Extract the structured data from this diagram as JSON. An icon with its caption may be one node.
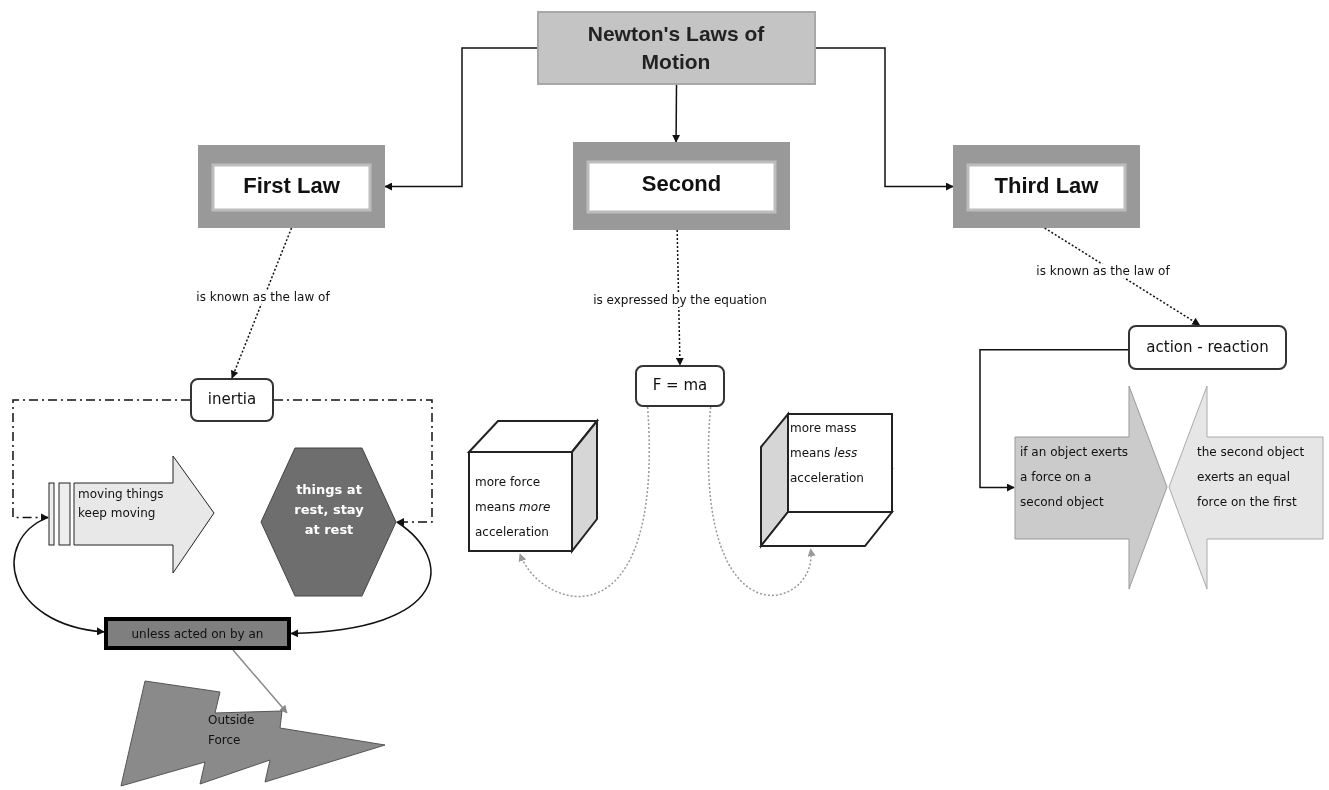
{
  "diagram": {
    "nodes": [
      {
        "text": [
          "Newton's Laws of Motion"
        ]
      },
      {
        "text": [
          "First Law"
        ]
      },
      {
        "text": [
          "Second"
        ]
      },
      {
        "text": [
          "Third Law"
        ]
      },
      {
        "text": [
          "inertia"
        ]
      },
      {
        "text": [
          "moving things keep moving"
        ]
      },
      {
        "text": [
          "things at rest, stay at rest"
        ]
      },
      {
        "text": [
          "unless acted on by an"
        ]
      },
      {
        "text": [
          "Outside Force"
        ]
      },
      {
        "text": [
          "F = ma"
        ]
      },
      {
        "text": [
          "more force means *more* acceleration"
        ]
      },
      {
        "text": [
          "more mass means *less* acceleration"
        ]
      },
      {
        "text": [
          "action - reaction"
        ]
      },
      {
        "text": [
          "if an object exerts a force on a second object"
        ]
      },
      {
        "text": [
          "the second object exerts an equal force on the first"
        ]
      }
    ],
    "edges": [
      {
        "from": 0,
        "to": 1,
        "arrow": "to"
      },
      {
        "from": 0,
        "to": 2,
        "arrow": "to"
      },
      {
        "from": 0,
        "to": 3,
        "arrow": "to"
      },
      {
        "from": 1,
        "to": 4,
        "arrow": "to",
        "label": "is known as the law of",
        "style": "dashed"
      },
      {
        "from": 2,
        "to": 9,
        "arrow": "to",
        "label": "is expressed by the equation",
        "style": "dashed"
      },
      {
        "from": 3,
        "to": 12,
        "arrow": "to",
        "label": "is known as the law of",
        "style": "dashed"
      },
      {
        "from": 4,
        "to": 5,
        "arrow": "to",
        "style": "dashed"
      },
      {
        "from": 4,
        "to": 6,
        "arrow": "to",
        "style": "dashed"
      },
      {
        "from": 5,
        "to": 7,
        "arrow": "to"
      },
      {
        "from": 6,
        "to": 7,
        "arrow": "to"
      },
      {
        "from": 7,
        "to": 8,
        "arrow": "to",
        "color": "#888888"
      },
      {
        "from": 9,
        "to": 10,
        "arrow": "to",
        "style": "dashed",
        "color": "#999999"
      },
      {
        "from": 9,
        "to": 11,
        "arrow": "to",
        "style": "dashed",
        "color": "#999999"
      },
      {
        "from": 12,
        "to": 13,
        "arrow": "to"
      }
    ]
  }
}
